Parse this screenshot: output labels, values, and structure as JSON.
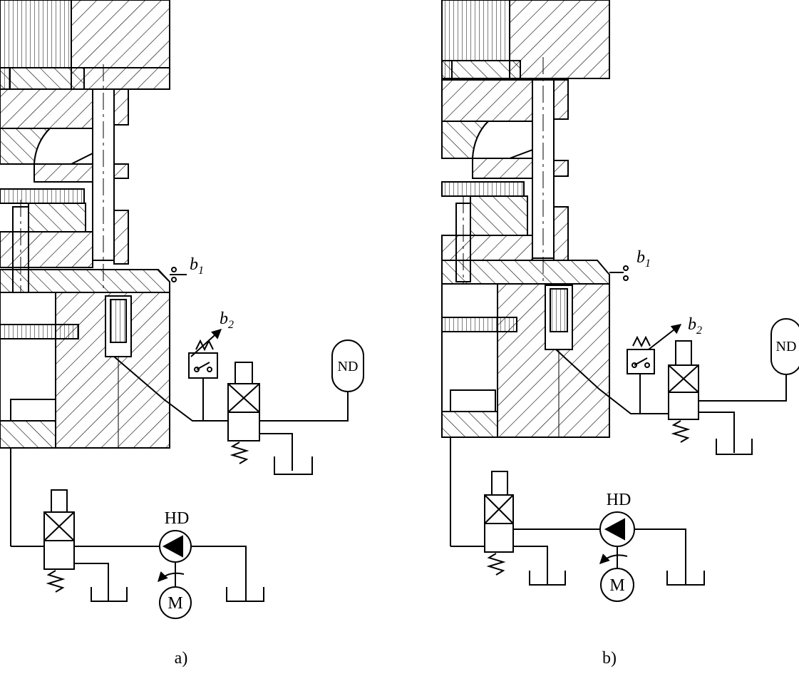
{
  "panels": [
    {
      "caption": "a)",
      "switch_1": {
        "base": "b",
        "sub": "1"
      },
      "switch_2": {
        "base": "b",
        "sub": "2"
      },
      "accumulator_label": "ND",
      "pump_label": "HD",
      "motor_label": "M"
    },
    {
      "caption": "b)",
      "switch_1": {
        "base": "b",
        "sub": "1"
      },
      "switch_2": {
        "base": "b",
        "sub": "2"
      },
      "accumulator_label": "ND",
      "pump_label": "HD",
      "motor_label": "M"
    }
  ]
}
